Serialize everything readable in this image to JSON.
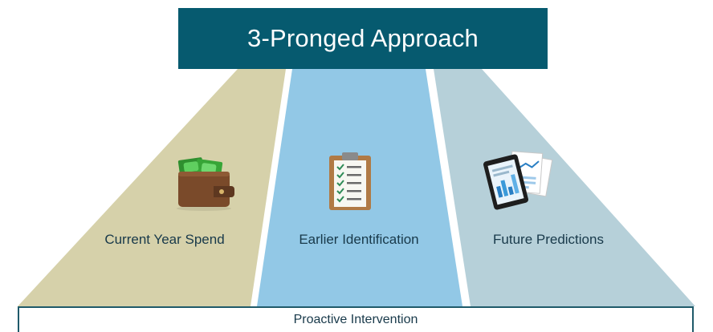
{
  "title": "3-Pronged Approach",
  "prongs": [
    {
      "label": "Current Year Spend",
      "icon": "wallet-icon",
      "color": "#d6d1aa"
    },
    {
      "label": "Earlier Identification",
      "icon": "clipboard-checklist-icon",
      "color": "#92c8e6"
    },
    {
      "label": "Future Predictions",
      "icon": "tablet-reports-icon",
      "color": "#b6d0d9"
    }
  ],
  "base": "Proactive Intervention",
  "colors": {
    "title_bg": "#065a6f",
    "text": "#18394a",
    "base_border": "#1f5a6a"
  }
}
